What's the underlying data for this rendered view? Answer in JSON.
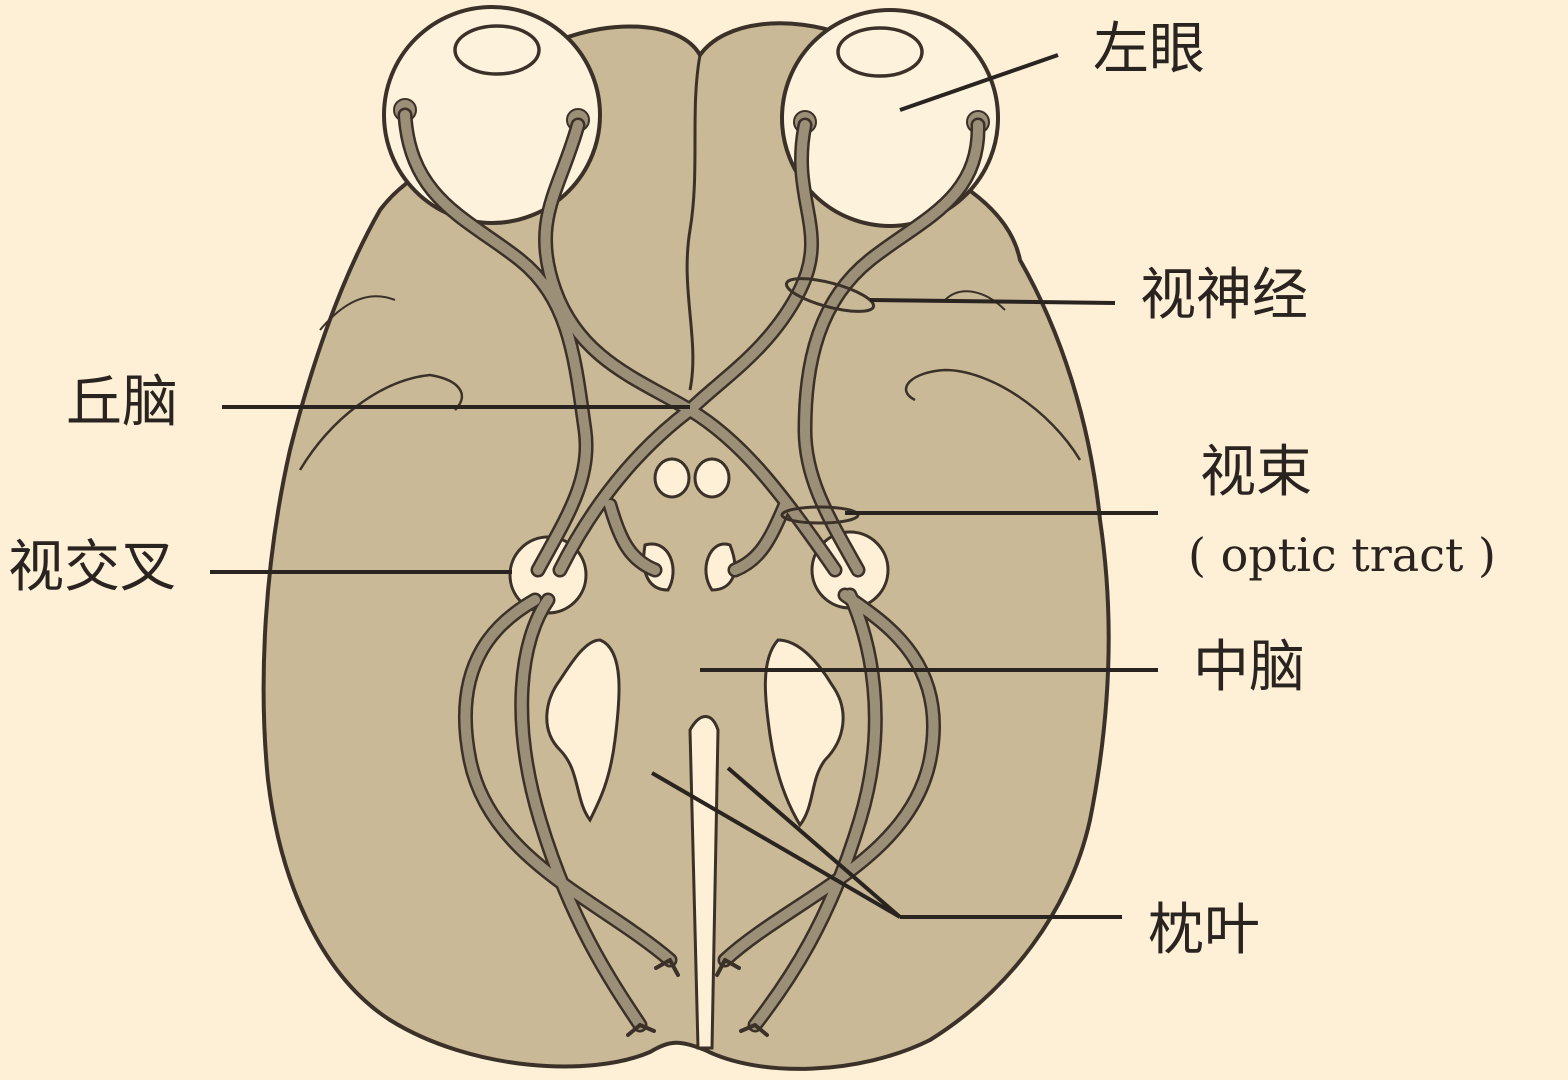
{
  "labels": {
    "left_eye": "左眼",
    "optic_nerve": "视神经",
    "thalamus": "丘脑",
    "optic_tract": "视束",
    "optic_tract_en": "( optic tract )",
    "optic_chiasm": "视交叉",
    "midbrain": "中脑",
    "occipital_lobe": "枕叶"
  },
  "colors": {
    "background": "#fdf0d6",
    "brain_fill": "#c9b996",
    "outline": "#3b3128",
    "nerve": "#9c8f78",
    "eye_fill": "#fdf3dd"
  }
}
